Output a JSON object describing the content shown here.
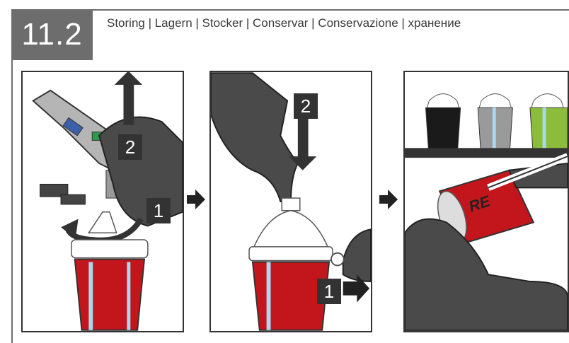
{
  "section": {
    "number": "11.2"
  },
  "title": "Storing | Lagern | Stocker | Conservar | Conservazione | хранение",
  "panels": [
    {
      "steps": [
        {
          "number": "2",
          "arrow": "up"
        },
        {
          "number": "1",
          "arrow": "rotate"
        }
      ]
    },
    {
      "steps": [
        {
          "number": "2",
          "arrow": "down"
        },
        {
          "number": "1",
          "arrow": "right"
        }
      ]
    },
    {
      "label_on_cup": "RE"
    }
  ],
  "colors": {
    "cup_red": "#c3161c",
    "glove": "#4a4a4a",
    "paint_black": "#1a1a1a",
    "paint_grey": "#9a9a9a",
    "paint_green": "#8cbd3a",
    "accent_blue": "#a9d8ee"
  }
}
